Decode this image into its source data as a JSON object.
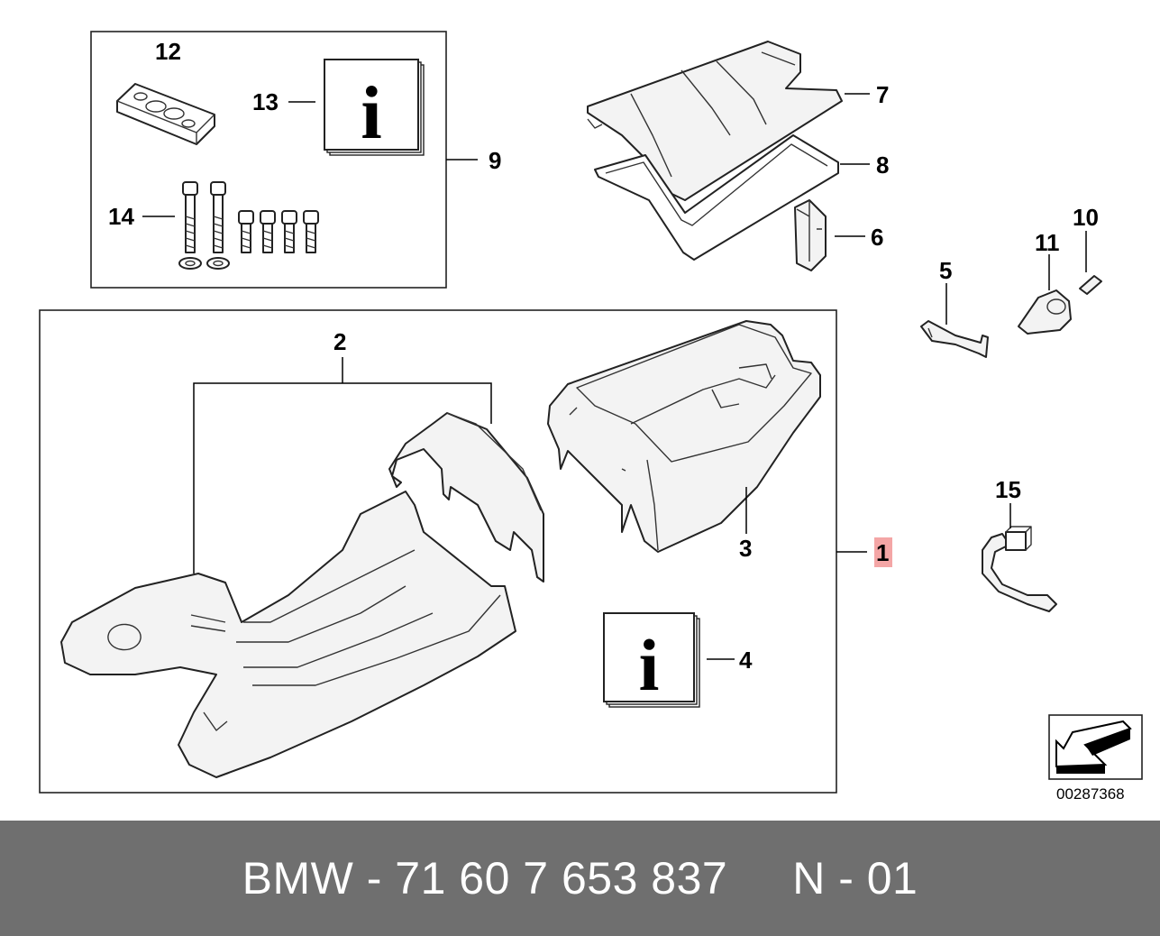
{
  "diagram": {
    "callouts": {
      "c1": "1",
      "c2": "2",
      "c3": "3",
      "c4": "4",
      "c5": "5",
      "c6": "6",
      "c7": "7",
      "c8": "8",
      "c9": "9",
      "c10": "10",
      "c11": "11",
      "c12": "12",
      "c13": "13",
      "c14": "14",
      "c15": "15"
    },
    "highlight_color": "#f4a6a6",
    "info_symbol": "i",
    "reference_number": "00287368"
  },
  "footer": {
    "part_text": "BMW - 71 60 7 653 837",
    "page_code": "N - 01",
    "background": "#6f6f6f"
  }
}
